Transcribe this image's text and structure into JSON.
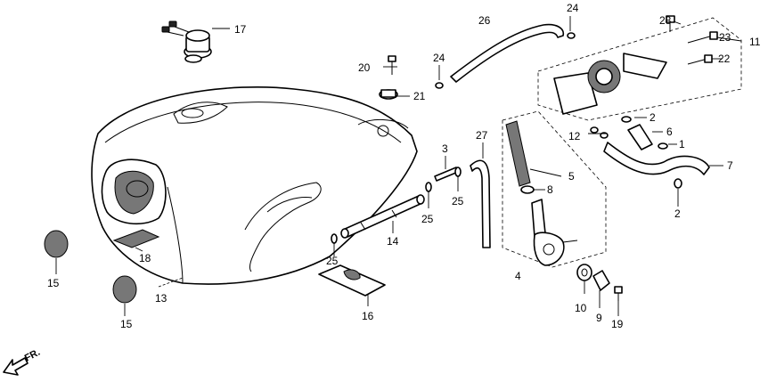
{
  "labels": {
    "l1": "1",
    "l2a": "2",
    "l2b": "2",
    "l3": "3",
    "l4": "4",
    "l5": "5",
    "l6": "6",
    "l7": "7",
    "l8": "8",
    "l9": "9",
    "l10": "10",
    "l11": "11",
    "l12": "12",
    "l13": "13",
    "l14": "14",
    "l15a": "15",
    "l15b": "15",
    "l16": "16",
    "l17": "17",
    "l18": "18",
    "l19": "19",
    "l20": "20",
    "l21": "21",
    "l22": "22",
    "l23": "23",
    "l24a": "24",
    "l24b": "24",
    "l25a": "25",
    "l25b": "25",
    "l26": "26",
    "l27": "27",
    "l28": "28"
  },
  "direction": {
    "label": "FR."
  }
}
